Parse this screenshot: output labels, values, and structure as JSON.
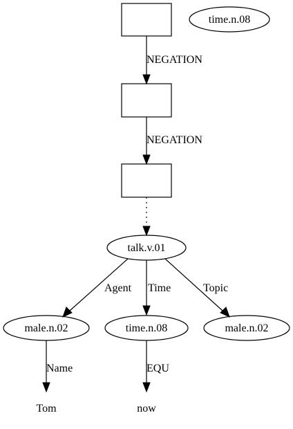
{
  "nodes": {
    "box1": "",
    "box2": "",
    "box3": "",
    "time_top": "time.n.08",
    "talk": "talk.v.01",
    "male_agent": "male.n.02",
    "time_mid": "time.n.08",
    "male_topic": "male.n.02",
    "tom": "Tom",
    "now": "now"
  },
  "edges": {
    "neg1": "NEGATION",
    "neg2": "NEGATION",
    "box3_to_talk": "",
    "agent": "Agent",
    "time": "Time",
    "topic": "Topic",
    "name": "Name",
    "equ": "EQU"
  }
}
